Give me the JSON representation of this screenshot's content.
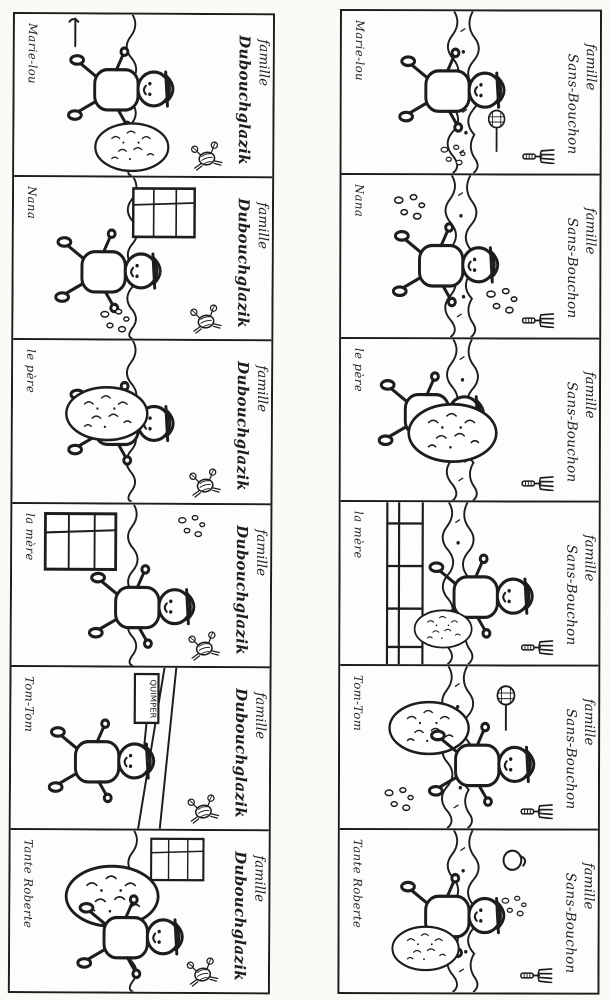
{
  "sheet": {
    "background": "#fbfaf6",
    "ink": "#1d1d1d",
    "description": "Scanned sheet of a French happy-families card game, two families of six cards, printed sideways"
  },
  "families": [
    {
      "id": "dubouchglazik",
      "label_line1": "famille",
      "label_line2": "Dubouchglazik",
      "suit_icon": "crab-icon",
      "cards": [
        {
          "name": "Marie-lou",
          "scene": "Marie-Lou dancing while a bagpiper plays beside a spotted roof"
        },
        {
          "name": "Nana",
          "scene": "Nana in Breton lace costume in front of a stone house"
        },
        {
          "name": "le père",
          "scene": "The father in a Breton hat carrying a huge platter of shellfish"
        },
        {
          "name": "la mère",
          "scene": "The mother beside a carved box bed holding a child"
        },
        {
          "name": "Tom-Tom",
          "scene": "Tom-Tom on the road at the Quimper signpost",
          "sign_text": "QUIMPER"
        },
        {
          "name": "Tante Roberte",
          "scene": "Aunt Roberte hauling a big wicker basket in front of a van"
        }
      ]
    },
    {
      "id": "sans-bouchon",
      "label_line1": "famille",
      "label_line2": "Sans-Bouchon",
      "suit_icon": "fork-icon",
      "cards": [
        {
          "name": "Marie-lou",
          "scene": "Marie-Lou in a long dress fishing in the stream with a net"
        },
        {
          "name": "Nana",
          "scene": "Nana splashing in the stream"
        },
        {
          "name": "le père",
          "scene": "The father carrying an upturned tub boat across the stream"
        },
        {
          "name": "la mère",
          "scene": "The mother on the wooden footbridge with her basket"
        },
        {
          "name": "Tom-Tom",
          "scene": "Tom-Tom with a barrel and a shrimping net by the stream"
        },
        {
          "name": "Tante Roberte",
          "scene": "Aunt Roberte in her apron holding a jug by the stream"
        }
      ]
    }
  ]
}
